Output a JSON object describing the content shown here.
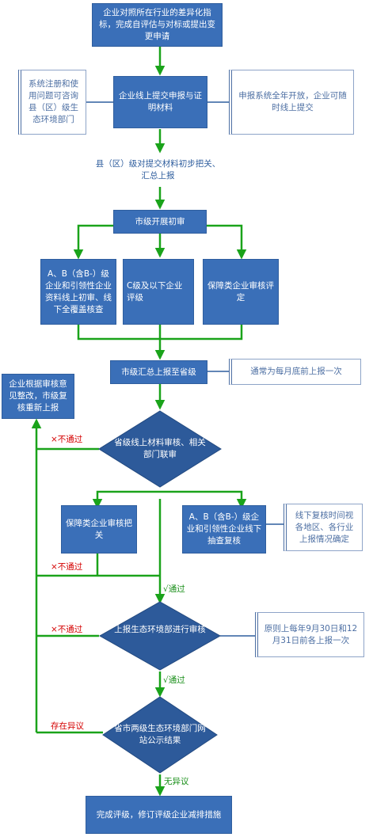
{
  "nodes": {
    "start": "企业对照所在行业的差异化指标，完成自评估与对标或提出变更申请",
    "submit": "企业线上提交申报与证明材料",
    "note_left": "系统注册和使用问题可咨询县（区）级生态环境部门",
    "note_right": "申报系统全年开放，企业可随时线上提交",
    "county": "县（区）级对提交材料初步把关、汇总上报",
    "city_review": "市级开展初审",
    "branch_ab": "A、B（含B-）级企业和引领性企业资料线上初审、线下全覆盖核查",
    "branch_c": "C级及以下企业评级",
    "branch_guarantee": "保障类企业审核评定",
    "city_summary": "市级汇总上报至省级",
    "note_monthly": "通常为每月底前上报一次",
    "rectify": "企业根据审核意见整改，市级复核重新上报",
    "province_review": "省级线上材料审核、相关部门联审",
    "guarantee_check": "保障类企业审核把关",
    "ab_spot_check": "A、B（含B-）级企业和引领性企业线下抽查复核",
    "note_recheck": "线下复核时间视各地区、各行业上报情况确定",
    "ministry_review": "上报生态环境部进行审核",
    "note_deadline": "原则上每年9月30日和12月31日前各上报一次",
    "publish": "省市两级生态环境部门网站公示结果",
    "finish": "完成评级，修订评级企业减排措施"
  },
  "labels": {
    "fail1": "×不通过",
    "fail2": "×不通过",
    "fail3": "×不通过",
    "objection": "存在异议",
    "pass1": "√通过",
    "pass2": "√通过",
    "no_objection": "无异议"
  },
  "colors": {
    "box_fill": "#3a6fb8",
    "diamond_fill": "#2d5a9a",
    "arrow": "#1aa31a",
    "fail_text": "#d40000",
    "pass_text": "#1a8f1a",
    "note_text": "#4d6fa3"
  }
}
